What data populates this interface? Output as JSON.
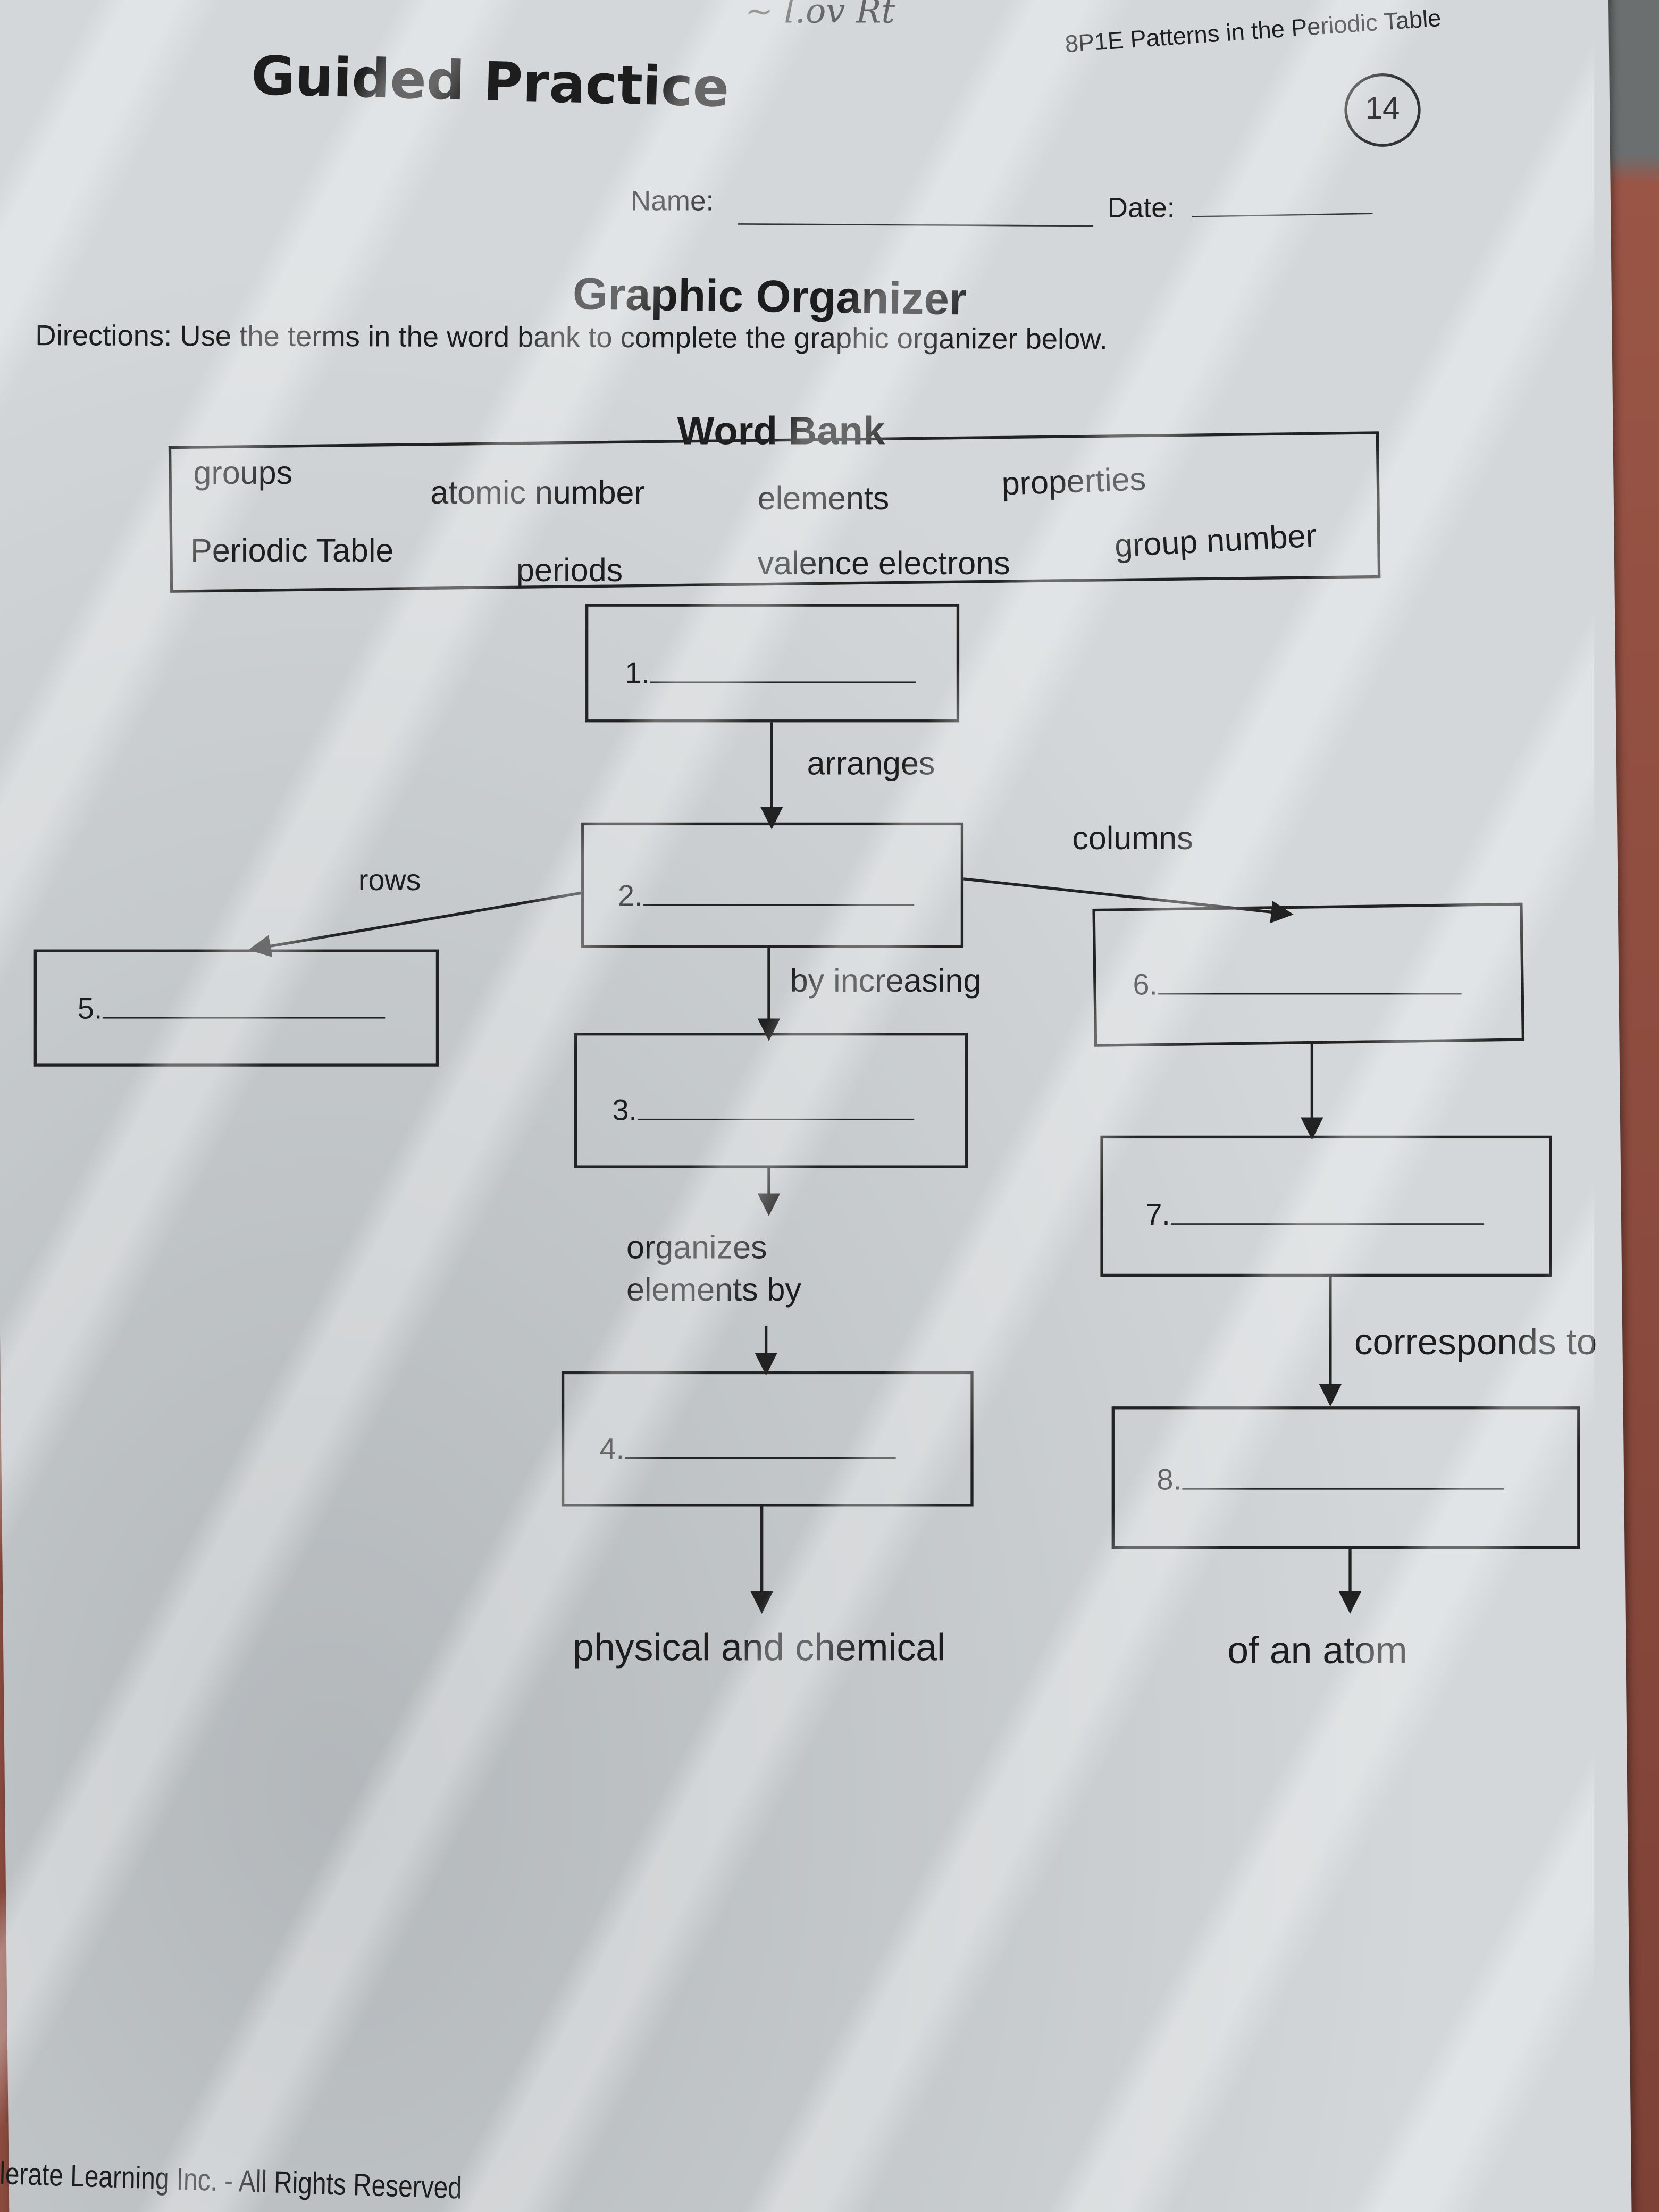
{
  "header": {
    "title": "Guided Practice",
    "unit": "8P1E Patterns in the Periodic Table",
    "handwritten_note": "~ l.ov Rt",
    "handwritten_score": "14",
    "name_label": "Name:",
    "date_label": "Date:"
  },
  "main": {
    "heading": "Graphic Organizer",
    "directions": "Directions: Use the terms in the word bank to complete the graphic organizer below.",
    "word_bank": {
      "title": "Word Bank",
      "terms": [
        "groups",
        "atomic number",
        "elements",
        "properties",
        "Periodic Table",
        "periods",
        "valence electrons",
        "group number"
      ]
    },
    "organizer": {
      "blanks": [
        "1.",
        "2.",
        "3.",
        "4.",
        "5.",
        "6.",
        "7.",
        "8."
      ],
      "connectors": {
        "arranges": "arranges",
        "rows": "rows",
        "columns": "columns",
        "by_increasing": "by increasing",
        "organizes_1": "organizes",
        "organizes_2": "elements by",
        "properties": "physical and chemical",
        "corresponds": "corresponds to",
        "atom": "of an atom"
      }
    }
  },
  "footer": {
    "copyright": "lerate Learning Inc. - All Rights Reserved"
  }
}
